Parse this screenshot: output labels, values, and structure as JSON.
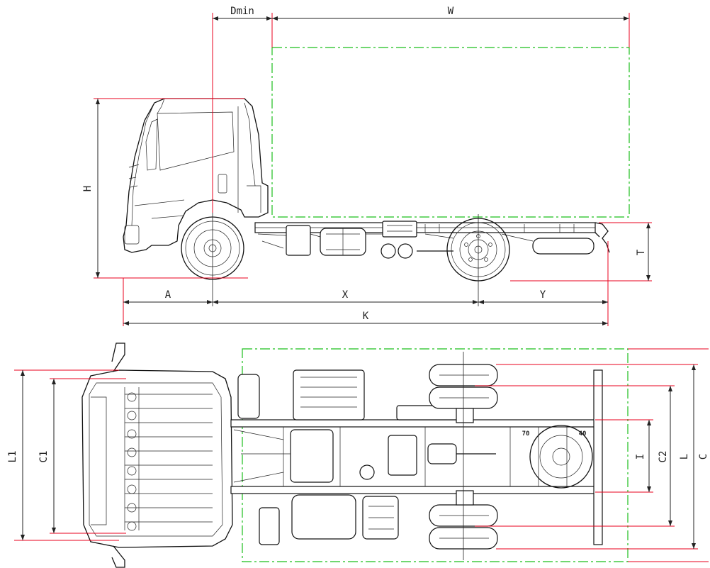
{
  "colors": {
    "dimension_line": "#e8001c",
    "extension_line": "#222222",
    "body_outline": "#1bbf1b",
    "drawing_ink": "#111111",
    "background": "#ffffff"
  },
  "side_view": {
    "labels": {
      "dmin": "Dmin",
      "w": "W",
      "h": "H",
      "t": "T",
      "a": "A",
      "x": "X",
      "y": "Y",
      "k": "K"
    }
  },
  "top_view": {
    "labels": {
      "l1": "L1",
      "c1": "C1",
      "i": "I",
      "c2": "C2",
      "l": "L",
      "c": "C"
    },
    "annotations": {
      "left_mark": "70",
      "right_mark": "40"
    }
  }
}
